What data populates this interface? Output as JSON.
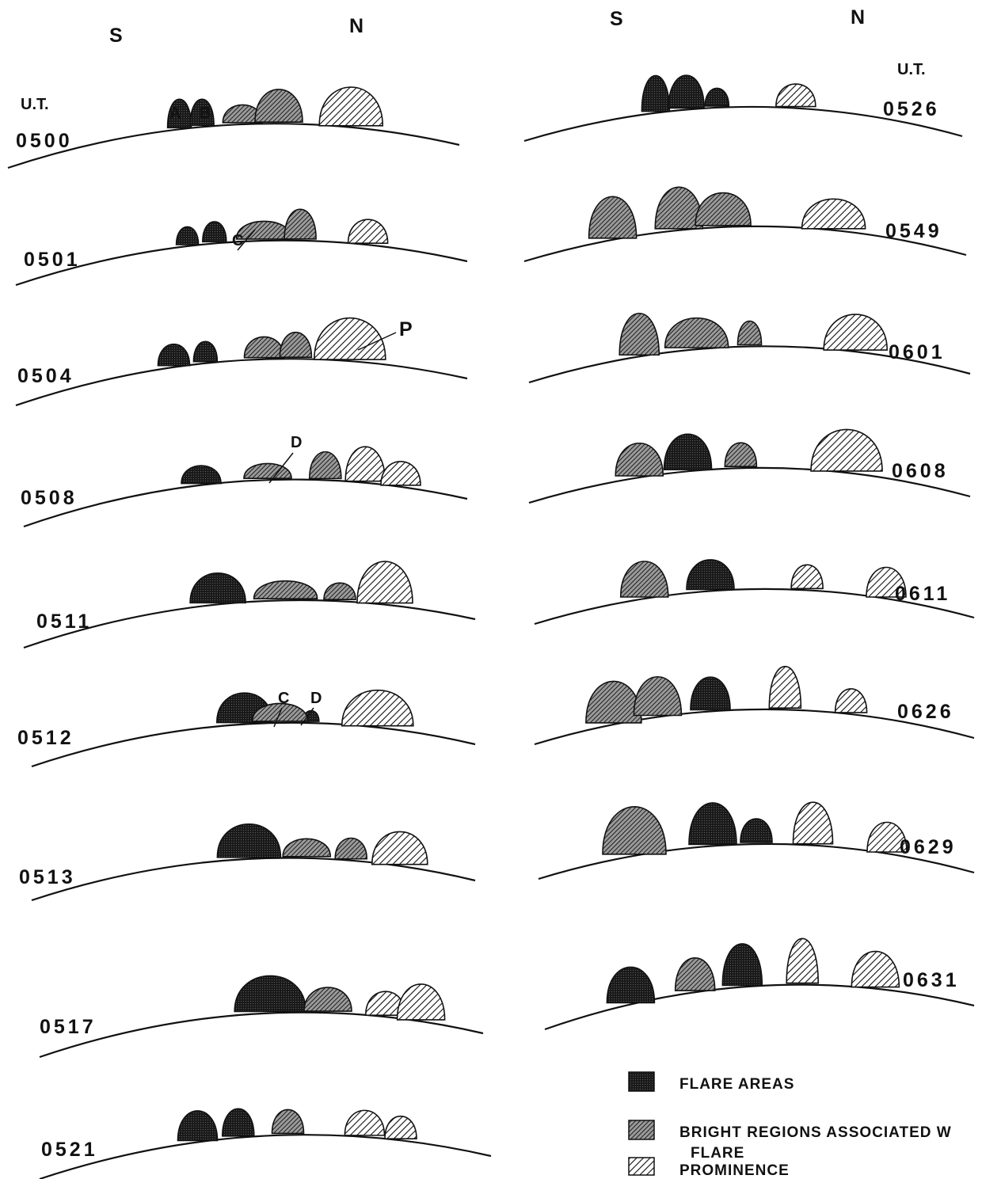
{
  "header": {
    "left": {
      "south": "S",
      "north": "N",
      "ut": "U.T."
    },
    "right": {
      "south": "S",
      "north": "N",
      "ut": "U.T."
    }
  },
  "left_frames": [
    {
      "time": "0500",
      "labels": [
        "A",
        "B"
      ]
    },
    {
      "time": "0501",
      "labels": [
        "C"
      ]
    },
    {
      "time": "0504",
      "labels": [
        "P"
      ]
    },
    {
      "time": "0508",
      "labels": [
        "D"
      ]
    },
    {
      "time": "0511",
      "labels": []
    },
    {
      "time": "0512",
      "labels": [
        "C",
        "D"
      ]
    },
    {
      "time": "0513",
      "labels": []
    },
    {
      "time": "0517",
      "labels": []
    },
    {
      "time": "0521",
      "labels": []
    }
  ],
  "right_frames": [
    {
      "time": "0526"
    },
    {
      "time": "0549"
    },
    {
      "time": "0601"
    },
    {
      "time": "0608"
    },
    {
      "time": "0611"
    },
    {
      "time": "0626"
    },
    {
      "time": "0629"
    },
    {
      "time": "0631"
    }
  ],
  "legend": [
    {
      "key": "flare",
      "text": "FLARE AREAS",
      "color": "#111111"
    },
    {
      "key": "bright",
      "text": "BRIGHT REGIONS ASSOCIATED W",
      "text2": "FLARE",
      "color": "#555555"
    },
    {
      "key": "prom",
      "text": "PROMINENCE",
      "color": "#888888"
    }
  ]
}
